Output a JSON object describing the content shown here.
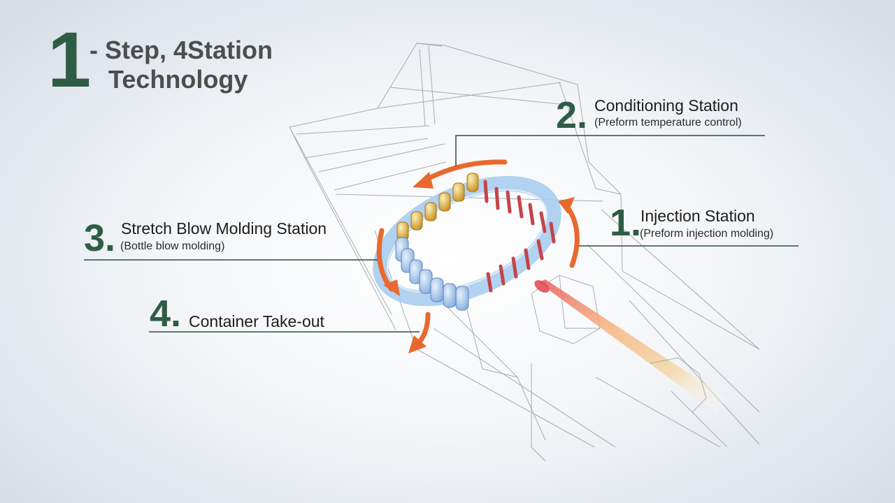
{
  "title": {
    "number": "1",
    "line1": "- Step, 4Station",
    "line2": "Technology"
  },
  "stations": [
    {
      "number": "1.",
      "name": "Injection Station",
      "detail": "(Preform injection molding)"
    },
    {
      "number": "2.",
      "name": "Conditioning Station",
      "detail": "(Preform temperature control)"
    },
    {
      "number": "3.",
      "name": "Stretch Blow Molding Station",
      "detail": "(Bottle blow molding)"
    },
    {
      "number": "4.",
      "name": "Container Take-out"
    }
  ],
  "colors": {
    "accent_green": "#2f5c45",
    "arrow_orange": "#e8692f",
    "ring_blue": "#a9cdee",
    "preform_red": "#c4444a",
    "preform_gold": "#d9a830",
    "bottle_blue": "#9cc0ea",
    "leader_line": "#2f4f3f"
  }
}
